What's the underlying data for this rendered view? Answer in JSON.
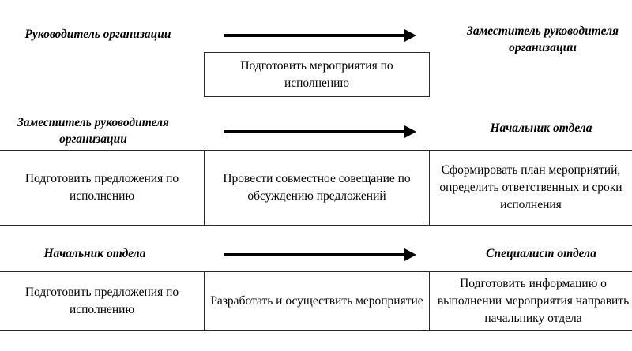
{
  "document": {
    "type": "process-flow-diagram",
    "language": "ru",
    "background_color": "#ffffff",
    "line_color": "#2a2a2a"
  },
  "stages": [
    {
      "id": "stage-1",
      "from_role": "Руководитель организации",
      "to_role": "Заместитель руководителя организации",
      "arrow": "right-arrow-icon",
      "tasks": [
        {
          "text": "Подготовить мероприятия по исполнению"
        }
      ]
    },
    {
      "id": "stage-2",
      "from_role": "Заместитель руководителя организации",
      "to_role": "Начальник отдела",
      "arrow": "right-arrow-icon",
      "tasks": [
        {
          "text": "Подготовить предложения по исполнению"
        },
        {
          "text": "Провести совместное совещание по обсуждению предложений"
        },
        {
          "text": "Сформировать план мероприятий, определить ответственных и сроки исполнения"
        }
      ]
    },
    {
      "id": "stage-3",
      "from_role": "Начальник отдела",
      "to_role": "Специалист отдела",
      "arrow": "right-arrow-icon",
      "tasks": [
        {
          "text": "Подготовить предложения по исполнению"
        },
        {
          "text": "Разработать и осуществить мероприятие"
        },
        {
          "text": "Подготовить информацию о выполнении мероприятия направить начальнику отдела"
        }
      ]
    }
  ]
}
